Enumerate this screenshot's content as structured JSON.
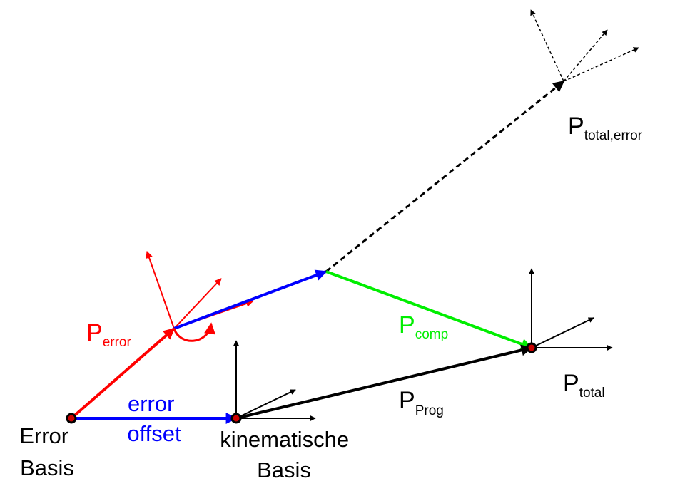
{
  "labels": {
    "error_basis": [
      "Error",
      "Basis"
    ],
    "error_offset": [
      "error",
      "offset"
    ],
    "kin_basis": [
      "kinematische",
      "Basis"
    ],
    "p_error": {
      "main": "P",
      "sub": "error"
    },
    "p_comp": {
      "main": "P",
      "sub": "comp"
    },
    "p_prog": {
      "main": "P",
      "sub": "Prog"
    },
    "p_total": {
      "main": "P",
      "sub": "total"
    },
    "p_total_error": {
      "main": "P",
      "sub": "total,error"
    }
  },
  "colors": {
    "error": "#ff0000",
    "offset": "#0000ff",
    "comp": "#00ee00",
    "prog": "#000000",
    "node_fill": "#cc0000"
  }
}
